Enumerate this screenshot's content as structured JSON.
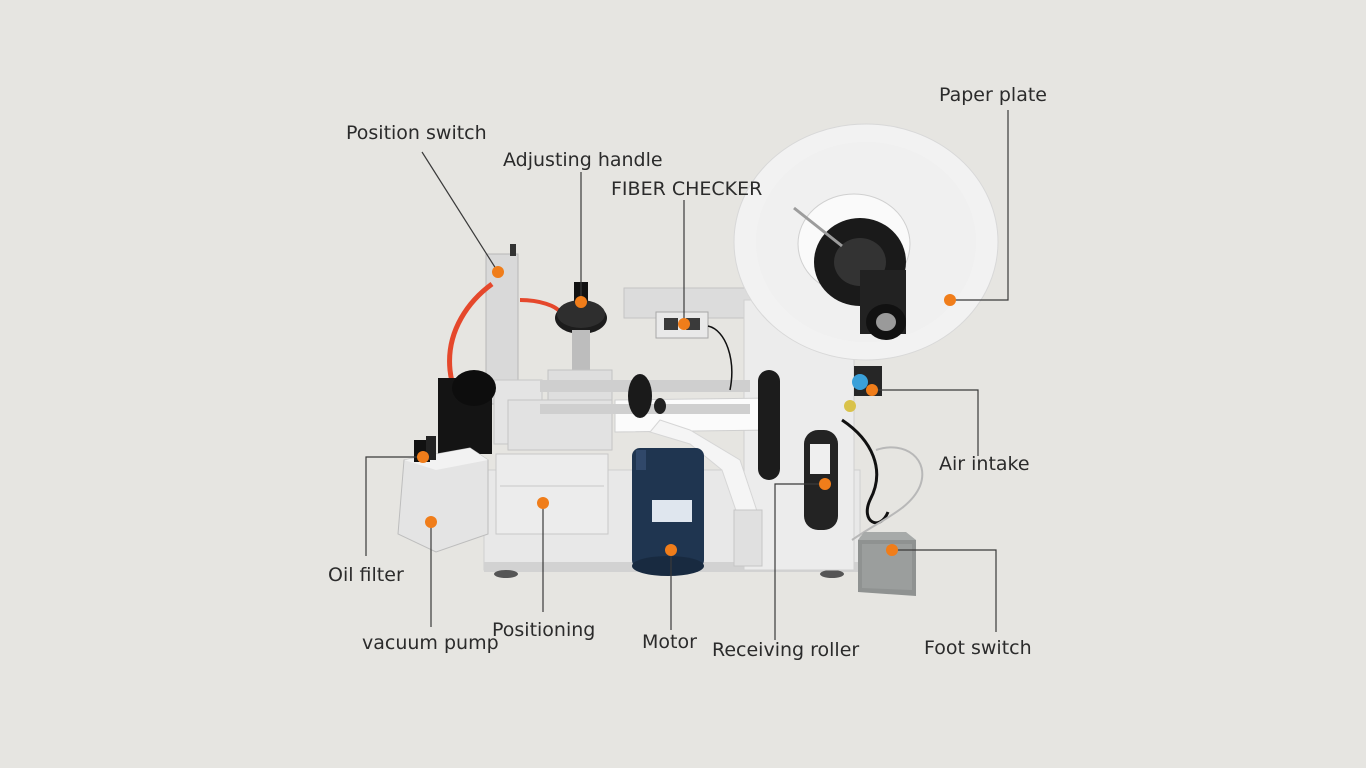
{
  "diagram": {
    "subject": "labeling-machine",
    "marker_color": "#f07d1a",
    "background_color": "#e6e5e1",
    "callouts": [
      {
        "id": "position-switch",
        "label": "Position switch"
      },
      {
        "id": "adjusting-handle",
        "label": "Adjusting handle"
      },
      {
        "id": "fiber-checker",
        "label": "FIBER CHECKER"
      },
      {
        "id": "paper-plate",
        "label": "Paper plate"
      },
      {
        "id": "air-intake",
        "label": "Air intake"
      },
      {
        "id": "oil-filter",
        "label": "Oil filter"
      },
      {
        "id": "vacuum-pump",
        "label": "vacuum pump"
      },
      {
        "id": "positioning",
        "label": "Positioning"
      },
      {
        "id": "motor",
        "label": "Motor"
      },
      {
        "id": "receiving-roller",
        "label": "Receiving roller"
      },
      {
        "id": "foot-switch",
        "label": "Foot switch"
      }
    ]
  }
}
